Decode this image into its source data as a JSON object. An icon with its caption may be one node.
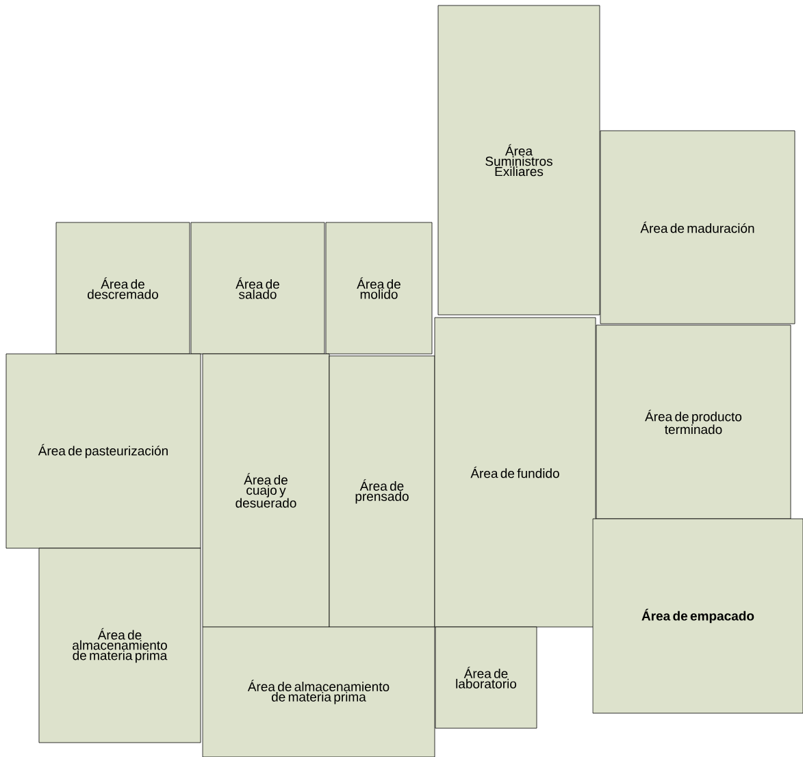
{
  "diagram": {
    "nodes": [
      {
        "text": [
          "Área Suministros Exiliares"
        ]
      },
      {
        "text": [
          "Área de maduración"
        ]
      },
      {
        "text": [
          "Área de descremado"
        ]
      },
      {
        "text": [
          "Área de salado"
        ]
      },
      {
        "text": [
          "Área de molido"
        ]
      },
      {
        "text": [
          "Área de pasteurización"
        ]
      },
      {
        "text": [
          "Área de cuajo y desuerado"
        ]
      },
      {
        "text": [
          "Área de prensado"
        ]
      },
      {
        "text": [
          "Área de fundido"
        ]
      },
      {
        "text": [
          "Área de producto terminado"
        ]
      },
      {
        "text": [
          "Área de almacenamiento de materia prima"
        ]
      },
      {
        "text": [
          "Área de empacado"
        ]
      },
      {
        "text": [
          "Área de almacenamiento de materia prima"
        ]
      },
      {
        "text": [
          "Área de laboratorio"
        ]
      }
    ],
    "edges": []
  }
}
